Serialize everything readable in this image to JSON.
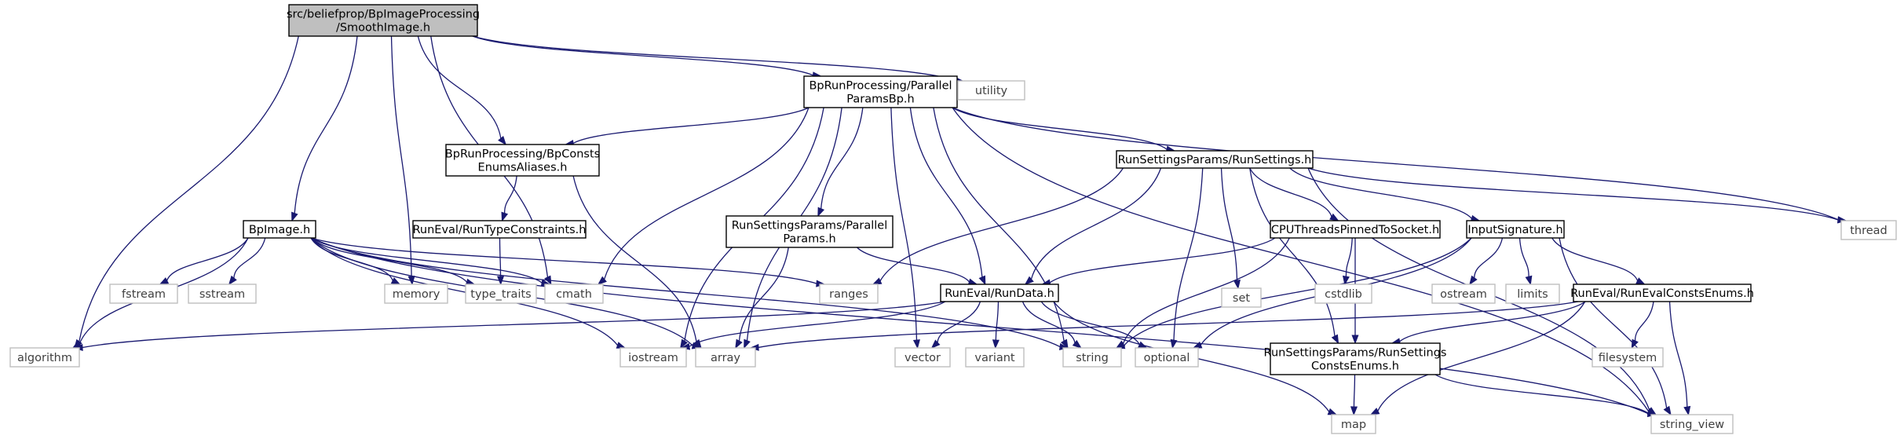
{
  "colors": {
    "edge": "#191970",
    "root_fill": "#bfbfbf",
    "root_stroke": "#000000",
    "documented_stroke": "#000000",
    "external_stroke": "#bfbfbf",
    "external_text": "#404040",
    "text": "#000000"
  },
  "nodes": [
    {
      "id": "smooth",
      "kind": "root",
      "lines": [
        "src/beliefprop/BpImageProcessing",
        "/SmoothImage.h"
      ]
    },
    {
      "id": "parallelbp",
      "kind": "documented",
      "lines": [
        "BpRunProcessing/Parallel",
        "ParamsBp.h"
      ]
    },
    {
      "id": "utility",
      "kind": "external",
      "lines": [
        "utility"
      ]
    },
    {
      "id": "bpconsts",
      "kind": "documented",
      "lines": [
        "BpRunProcessing/BpConsts",
        "EnumsAliases.h"
      ]
    },
    {
      "id": "runsettings",
      "kind": "documented",
      "lines": [
        "RunSettingsParams/RunSettings.h"
      ]
    },
    {
      "id": "thread",
      "kind": "external",
      "lines": [
        "thread"
      ]
    },
    {
      "id": "runtype",
      "kind": "documented",
      "lines": [
        "RunEval/RunTypeConstraints.h"
      ]
    },
    {
      "id": "bpimage",
      "kind": "documented",
      "lines": [
        "BpImage.h"
      ]
    },
    {
      "id": "rsparallel",
      "kind": "documented",
      "lines": [
        "RunSettingsParams/Parallel",
        "Params.h"
      ]
    },
    {
      "id": "set",
      "kind": "external",
      "lines": [
        "set"
      ]
    },
    {
      "id": "cputhreads",
      "kind": "documented",
      "lines": [
        "CPUThreadsPinnedToSocket.h"
      ]
    },
    {
      "id": "inputsig",
      "kind": "documented",
      "lines": [
        "InputSignature.h"
      ]
    },
    {
      "id": "fstream",
      "kind": "external",
      "lines": [
        "fstream"
      ]
    },
    {
      "id": "sstream",
      "kind": "external",
      "lines": [
        "sstream"
      ]
    },
    {
      "id": "memory",
      "kind": "external",
      "lines": [
        "memory"
      ]
    },
    {
      "id": "typetraits",
      "kind": "external",
      "lines": [
        "type_traits"
      ]
    },
    {
      "id": "cmath",
      "kind": "external",
      "lines": [
        "cmath"
      ]
    },
    {
      "id": "ranges",
      "kind": "external",
      "lines": [
        "ranges"
      ]
    },
    {
      "id": "rundata",
      "kind": "documented",
      "lines": [
        "RunEval/RunData.h"
      ]
    },
    {
      "id": "ostream",
      "kind": "external",
      "lines": [
        "ostream"
      ]
    },
    {
      "id": "limits",
      "kind": "external",
      "lines": [
        "limits"
      ]
    },
    {
      "id": "cstdlib",
      "kind": "external",
      "lines": [
        "cstdlib"
      ]
    },
    {
      "id": "runevalconsts",
      "kind": "documented",
      "lines": [
        "RunEval/RunEvalConstsEnums.h"
      ]
    },
    {
      "id": "algorithm",
      "kind": "external",
      "lines": [
        "algorithm"
      ]
    },
    {
      "id": "iostream",
      "kind": "external",
      "lines": [
        "iostream"
      ]
    },
    {
      "id": "array",
      "kind": "external",
      "lines": [
        "array"
      ]
    },
    {
      "id": "vector",
      "kind": "external",
      "lines": [
        "vector"
      ]
    },
    {
      "id": "variant",
      "kind": "external",
      "lines": [
        "variant"
      ]
    },
    {
      "id": "string",
      "kind": "external",
      "lines": [
        "string"
      ]
    },
    {
      "id": "optional",
      "kind": "external",
      "lines": [
        "optional"
      ]
    },
    {
      "id": "rsconsts",
      "kind": "documented",
      "lines": [
        "RunSettingsParams/RunSettings",
        "ConstsEnums.h"
      ]
    },
    {
      "id": "filesystem",
      "kind": "external",
      "lines": [
        "filesystem"
      ]
    },
    {
      "id": "map",
      "kind": "external",
      "lines": [
        "map"
      ]
    },
    {
      "id": "stringview",
      "kind": "external",
      "lines": [
        "string_view"
      ]
    }
  ],
  "edges": [
    [
      "smooth",
      "parallelbp"
    ],
    [
      "smooth",
      "utility"
    ],
    [
      "smooth",
      "bpconsts"
    ],
    [
      "smooth",
      "bpimage"
    ],
    [
      "smooth",
      "algorithm"
    ],
    [
      "smooth",
      "memory"
    ],
    [
      "smooth",
      "cmath"
    ],
    [
      "parallelbp",
      "bpconsts"
    ],
    [
      "parallelbp",
      "runsettings"
    ],
    [
      "parallelbp",
      "thread"
    ],
    [
      "parallelbp",
      "rsparallel"
    ],
    [
      "parallelbp",
      "cmath"
    ],
    [
      "parallelbp",
      "rundata"
    ],
    [
      "parallelbp",
      "iostream"
    ],
    [
      "parallelbp",
      "array"
    ],
    [
      "parallelbp",
      "vector"
    ],
    [
      "parallelbp",
      "string"
    ],
    [
      "parallelbp",
      "stringview"
    ],
    [
      "bpconsts",
      "runtype"
    ],
    [
      "bpconsts",
      "array"
    ],
    [
      "runtype",
      "typetraits"
    ],
    [
      "runsettings",
      "thread"
    ],
    [
      "runsettings",
      "set"
    ],
    [
      "runsettings",
      "cputhreads"
    ],
    [
      "runsettings",
      "inputsig"
    ],
    [
      "runsettings",
      "ranges"
    ],
    [
      "runsettings",
      "rundata"
    ],
    [
      "runsettings",
      "optional"
    ],
    [
      "runsettings",
      "rsconsts"
    ],
    [
      "runsettings",
      "stringview"
    ],
    [
      "bpimage",
      "fstream"
    ],
    [
      "bpimage",
      "sstream"
    ],
    [
      "bpimage",
      "memory"
    ],
    [
      "bpimage",
      "typetraits"
    ],
    [
      "bpimage",
      "cmath"
    ],
    [
      "bpimage",
      "ranges"
    ],
    [
      "bpimage",
      "algorithm"
    ],
    [
      "bpimage",
      "iostream"
    ],
    [
      "bpimage",
      "array"
    ],
    [
      "bpimage",
      "string"
    ],
    [
      "bpimage",
      "stringview"
    ],
    [
      "rsparallel",
      "rundata"
    ],
    [
      "rsparallel",
      "array"
    ],
    [
      "cputhreads",
      "rundata"
    ],
    [
      "cputhreads",
      "cstdlib"
    ],
    [
      "cputhreads",
      "string"
    ],
    [
      "cputhreads",
      "rsconsts"
    ],
    [
      "inputsig",
      "ostream"
    ],
    [
      "inputsig",
      "limits"
    ],
    [
      "inputsig",
      "runevalconsts"
    ],
    [
      "inputsig",
      "string"
    ],
    [
      "inputsig",
      "optional"
    ],
    [
      "inputsig",
      "stringview"
    ],
    [
      "rundata",
      "algorithm"
    ],
    [
      "rundata",
      "iostream"
    ],
    [
      "rundata",
      "vector"
    ],
    [
      "rundata",
      "variant"
    ],
    [
      "rundata",
      "string"
    ],
    [
      "rundata",
      "optional"
    ],
    [
      "rundata",
      "map"
    ],
    [
      "runevalconsts",
      "array"
    ],
    [
      "runevalconsts",
      "filesystem"
    ],
    [
      "runevalconsts",
      "rsconsts"
    ],
    [
      "runevalconsts",
      "map"
    ],
    [
      "runevalconsts",
      "stringview"
    ],
    [
      "rsconsts",
      "map"
    ],
    [
      "rsconsts",
      "stringview"
    ]
  ]
}
